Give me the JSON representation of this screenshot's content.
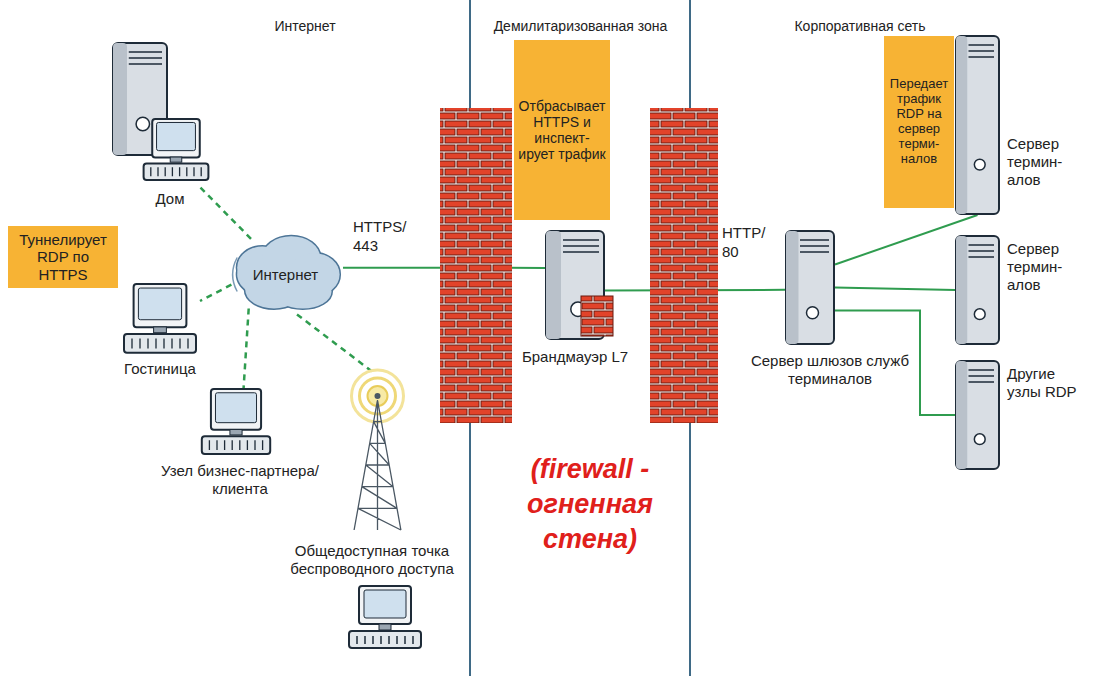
{
  "diagram": {
    "nodes": [
      {
        "text": [
          "Дом"
        ]
      },
      {
        "text": [
          "Туннелирует RDP по HTTPS"
        ]
      },
      {
        "text": [
          "Интернет"
        ]
      },
      {
        "text": [
          "Гостиница"
        ]
      },
      {
        "text": [
          "Узел бизнес-партнера/ клиента"
        ]
      },
      {
        "text": [
          "Общедоступная точка беспроводного доступа"
        ]
      },
      {
        "text": [
          "Отбрасывает HTTPS и инспект- ирует трафик"
        ]
      },
      {
        "text": [
          "Брандмауэр L7"
        ]
      },
      {
        "text": [
          "Передает трафик RDP на сервер терми- налов"
        ]
      },
      {
        "text": [
          "Сервер шлюзов служб терминалов"
        ]
      },
      {
        "text": [
          "Сервер термин- алов"
        ]
      },
      {
        "text": [
          "Сервер термин- алов"
        ]
      },
      {
        "text": [
          "Другие узлы RDP"
        ]
      }
    ],
    "edges": [
      {
        "from": 2,
        "to": 0,
        "arrow": "none"
      },
      {
        "from": 2,
        "to": 3,
        "arrow": "none"
      },
      {
        "from": 2,
        "to": 4,
        "arrow": "none"
      },
      {
        "from": 2,
        "to": 5,
        "arrow": "none"
      },
      {
        "from": 2,
        "to": 7,
        "label": "HTTPS/ 443",
        "arrow": "none"
      },
      {
        "from": 7,
        "to": 9,
        "label": "HTTP/ 80",
        "arrow": "none"
      },
      {
        "from": 9,
        "to": 10,
        "arrow": "none"
      },
      {
        "from": 9,
        "to": 11,
        "arrow": "none"
      },
      {
        "from": 9,
        "to": 12,
        "arrow": "none"
      }
    ],
    "labels": [
      "Интернет",
      "Демилитаризованная зона",
      "Корпоративная сеть",
      "(firewall - огненная стена)"
    ]
  }
}
